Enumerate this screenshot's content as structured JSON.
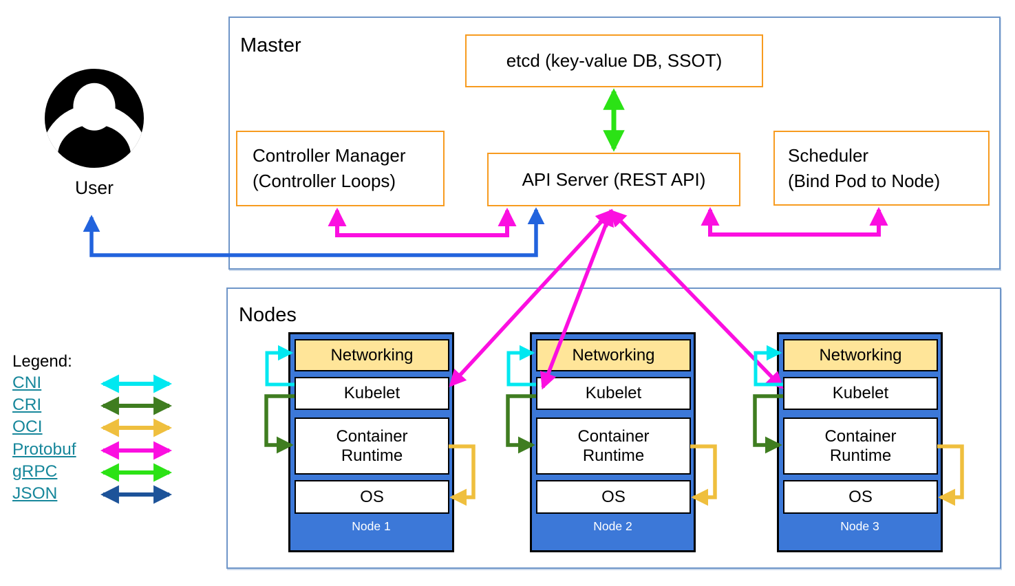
{
  "master": {
    "label": "Master",
    "etcd": "etcd (key-value DB, SSOT)",
    "controller_manager": {
      "line1": "Controller Manager",
      "line2": "(Controller Loops)"
    },
    "api_server": "API Server (REST API)",
    "scheduler": {
      "line1": "Scheduler",
      "line2": "(Bind Pod to Node)"
    }
  },
  "user": {
    "label": "User"
  },
  "nodes": {
    "label": "Nodes",
    "items": [
      {
        "name": "Node 1",
        "layers": [
          "Networking",
          "Kubelet",
          "Container Runtime",
          "OS"
        ]
      },
      {
        "name": "Node 2",
        "layers": [
          "Networking",
          "Kubelet",
          "Container Runtime",
          "OS"
        ]
      },
      {
        "name": "Node 3",
        "layers": [
          "Networking",
          "Kubelet",
          "Container Runtime",
          "OS"
        ]
      }
    ]
  },
  "legend": {
    "title": "Legend:",
    "items": [
      {
        "label": "CNI"
      },
      {
        "label": "CRI"
      },
      {
        "label": "OCI"
      },
      {
        "label": "Protobuf"
      },
      {
        "label": "gRPC"
      },
      {
        "label": "JSON"
      }
    ]
  },
  "connections": [
    {
      "from": "etcd",
      "to": "API Server",
      "protocol": "gRPC",
      "bidirectional": true
    },
    {
      "from": "Controller Manager",
      "to": "API Server",
      "protocol": "Protobuf",
      "bidirectional": true
    },
    {
      "from": "API Server",
      "to": "Scheduler",
      "protocol": "Protobuf",
      "bidirectional": true
    },
    {
      "from": "User",
      "to": "API Server",
      "protocol": "JSON",
      "bidirectional": true
    },
    {
      "from": "API Server",
      "to": "Kubelet (Node 1)",
      "protocol": "Protobuf",
      "bidirectional": true
    },
    {
      "from": "API Server",
      "to": "Kubelet (Node 2)",
      "protocol": "Protobuf",
      "bidirectional": true
    },
    {
      "from": "API Server",
      "to": "Kubelet (Node 3)",
      "protocol": "Protobuf",
      "bidirectional": true
    },
    {
      "from": "Kubelet",
      "to": "Networking",
      "protocol": "CNI"
    },
    {
      "from": "Kubelet",
      "to": "Container Runtime",
      "protocol": "CRI"
    },
    {
      "from": "Container Runtime",
      "to": "OS",
      "protocol": "OCI"
    }
  ],
  "colors": {
    "frame_blue": "#6e95c8",
    "box_orange": "#f79b1f",
    "node_blue": "#3c78d8",
    "net_yellow": "#ffe599",
    "link_teal": "#17879b",
    "cni": "#00e8f0",
    "cri": "#3f7d20",
    "oci": "#efbf3e",
    "protobuf": "#fb0fe0",
    "grpc": "#2be215",
    "json": "#1d5399",
    "user_arrow": "#2263dd"
  }
}
